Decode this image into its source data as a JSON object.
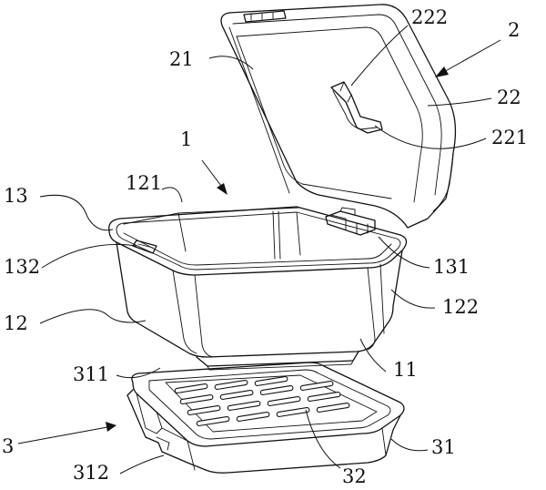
{
  "labels": {
    "n1": "1",
    "n2": "2",
    "n3": "3",
    "n11": "11",
    "n12": "12",
    "n13": "13",
    "n21": "21",
    "n22": "22",
    "n31": "31",
    "n32": "32",
    "n121": "121",
    "n122": "122",
    "n131": "131",
    "n132": "132",
    "n221": "221",
    "n222": "222",
    "n311": "311",
    "n312": "312"
  }
}
